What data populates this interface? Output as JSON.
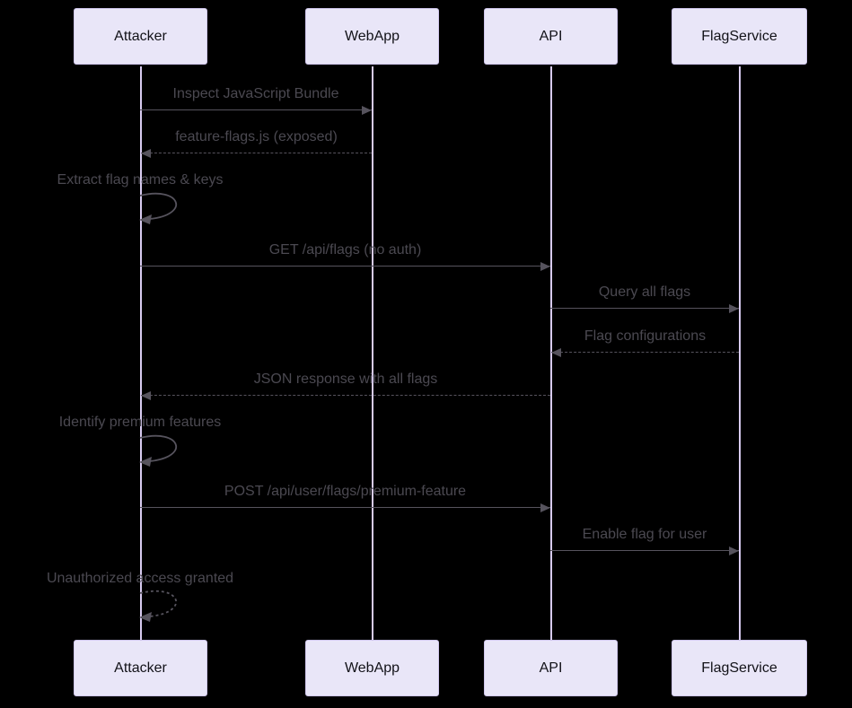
{
  "diagram": {
    "type": "sequence-diagram",
    "actors": [
      {
        "name": "Attacker"
      },
      {
        "name": "WebApp"
      },
      {
        "name": "API"
      },
      {
        "name": "FlagService"
      }
    ],
    "messages": [
      {
        "from": "Attacker",
        "to": "WebApp",
        "text": "Inspect JavaScript Bundle",
        "line": "solid",
        "kind": "message"
      },
      {
        "from": "WebApp",
        "to": "Attacker",
        "text": "feature-flags.js (exposed)",
        "line": "dashed",
        "kind": "message"
      },
      {
        "from": "Attacker",
        "to": "Attacker",
        "text": "Extract flag names & keys",
        "line": "solid",
        "kind": "self"
      },
      {
        "from": "Attacker",
        "to": "API",
        "text": "GET /api/flags (no auth)",
        "line": "solid",
        "kind": "message"
      },
      {
        "from": "API",
        "to": "FlagService",
        "text": "Query all flags",
        "line": "solid",
        "kind": "message"
      },
      {
        "from": "FlagService",
        "to": "API",
        "text": "Flag configurations",
        "line": "dashed",
        "kind": "message"
      },
      {
        "from": "API",
        "to": "Attacker",
        "text": "JSON response with all flags",
        "line": "dashed",
        "kind": "message"
      },
      {
        "from": "Attacker",
        "to": "Attacker",
        "text": "Identify premium features",
        "line": "solid",
        "kind": "self"
      },
      {
        "from": "Attacker",
        "to": "API",
        "text": "POST /api/user/flags/premium-feature",
        "line": "solid",
        "kind": "message"
      },
      {
        "from": "API",
        "to": "FlagService",
        "text": "Enable flag for user",
        "line": "solid",
        "kind": "message"
      },
      {
        "from": "Attacker",
        "to": "Attacker",
        "text": "Unauthorized access granted",
        "line": "dashed",
        "kind": "self"
      }
    ],
    "colors": {
      "background": "#000000",
      "actor_fill": "#e9e6f8",
      "actor_border": "#cfc6ec",
      "actor_text": "#121218",
      "lifeline": "#d8cbf0",
      "message_text": "#4b4951",
      "message_line": "#56535d"
    }
  }
}
